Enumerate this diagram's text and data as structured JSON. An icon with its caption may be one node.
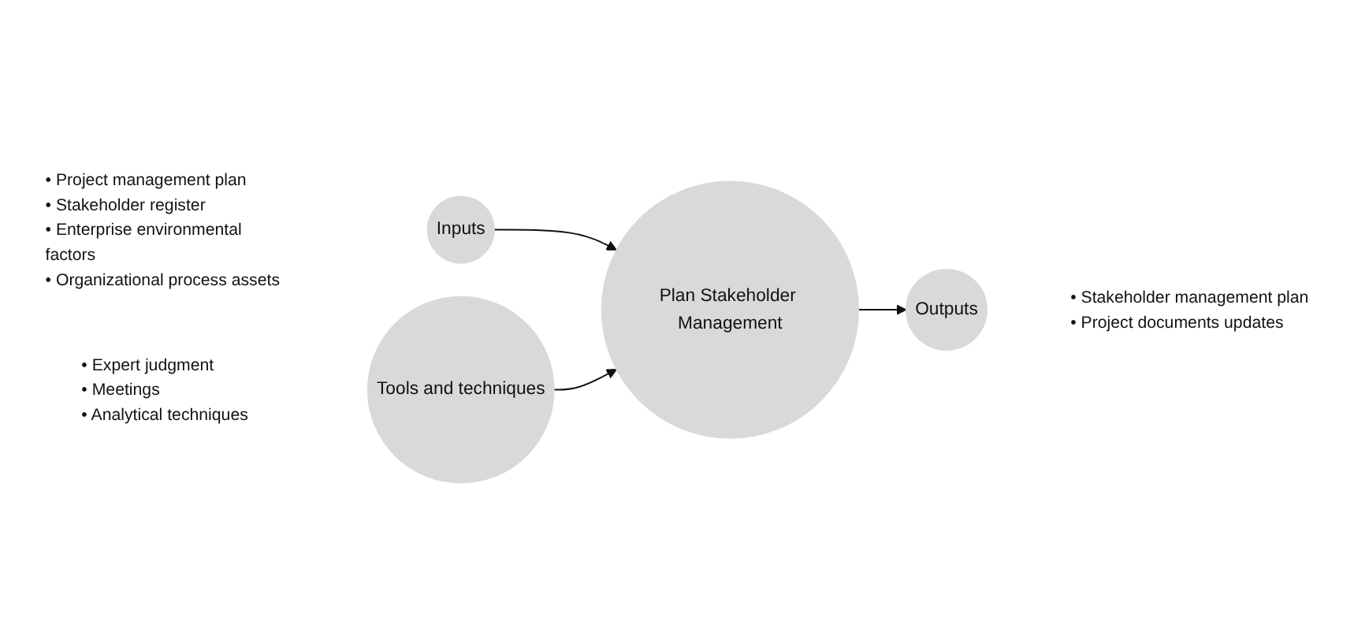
{
  "diagram": {
    "nodes": [
      {
        "text": [
          "Inputs"
        ],
        "beside": [
          "• Project management plan",
          "• Stakeholder register",
          "• Enterprise environmental factors",
          "• Organizational process assets"
        ]
      },
      {
        "text": [
          "Plan Stakeholder Management"
        ]
      },
      {
        "text": [
          "Outputs"
        ],
        "beside": [
          "• Stakeholder management plan",
          "• Project documents updates"
        ]
      },
      {
        "text": [
          "Tools and techniques"
        ],
        "beside": [
          "• Expert judgment",
          "• Meetings",
          "• Analytical techniques"
        ]
      }
    ],
    "edges": [
      {
        "from": 0,
        "to": 1,
        "arrow": "to"
      },
      {
        "from": 3,
        "to": 1,
        "arrow": "to"
      },
      {
        "from": 1,
        "to": 2,
        "arrow": "to"
      }
    ]
  }
}
